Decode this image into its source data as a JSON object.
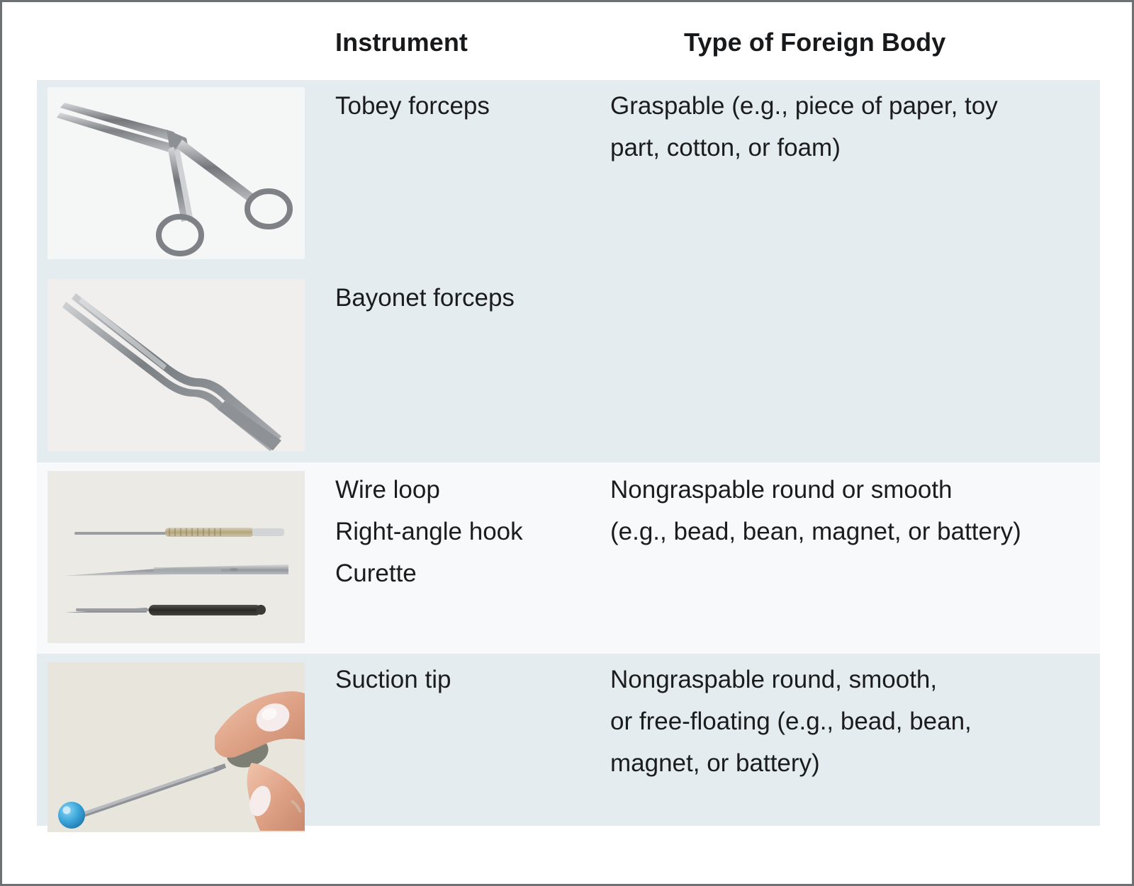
{
  "header": {
    "col1_label": "Instrument",
    "col2_label": "Type of Foreign Body"
  },
  "rows": [
    {
      "instrument": "Tobey forceps",
      "image_name": "tobey-forceps-photo",
      "type_lines": [
        "Graspable (e.g., piece of paper, toy",
        "part, cotton, or foam)"
      ],
      "shade": "#e5ecef"
    },
    {
      "instrument": "Bayonet forceps",
      "image_name": "bayonet-forceps-photo",
      "type_lines": [],
      "shade": "#e5ecef"
    },
    {
      "instrument_lines": [
        "Wire loop",
        "Right-angle hook",
        "Curette"
      ],
      "image_name": "wire-loop-hook-curette-photo",
      "type_lines": [
        "Nongraspable round or smooth",
        "(e.g., bead, bean, magnet, or battery)"
      ],
      "shade": "#f7f9fa"
    },
    {
      "instrument": "Suction tip",
      "image_name": "suction-tip-photo",
      "type_lines": [
        "Nongraspable round, smooth,",
        "or free-floating (e.g., bead, bean,",
        "magnet, or battery)"
      ],
      "shade": "#e5ecef"
    }
  ],
  "colors": {
    "shaded_row": "#e5ecef",
    "light_row": "#f7f9fa",
    "page_border": "#6e7174",
    "text": "#1b1c1e",
    "bead_blue": "#3fa9dd",
    "metal": "#9a9da1",
    "skin": "#e3a98d"
  }
}
